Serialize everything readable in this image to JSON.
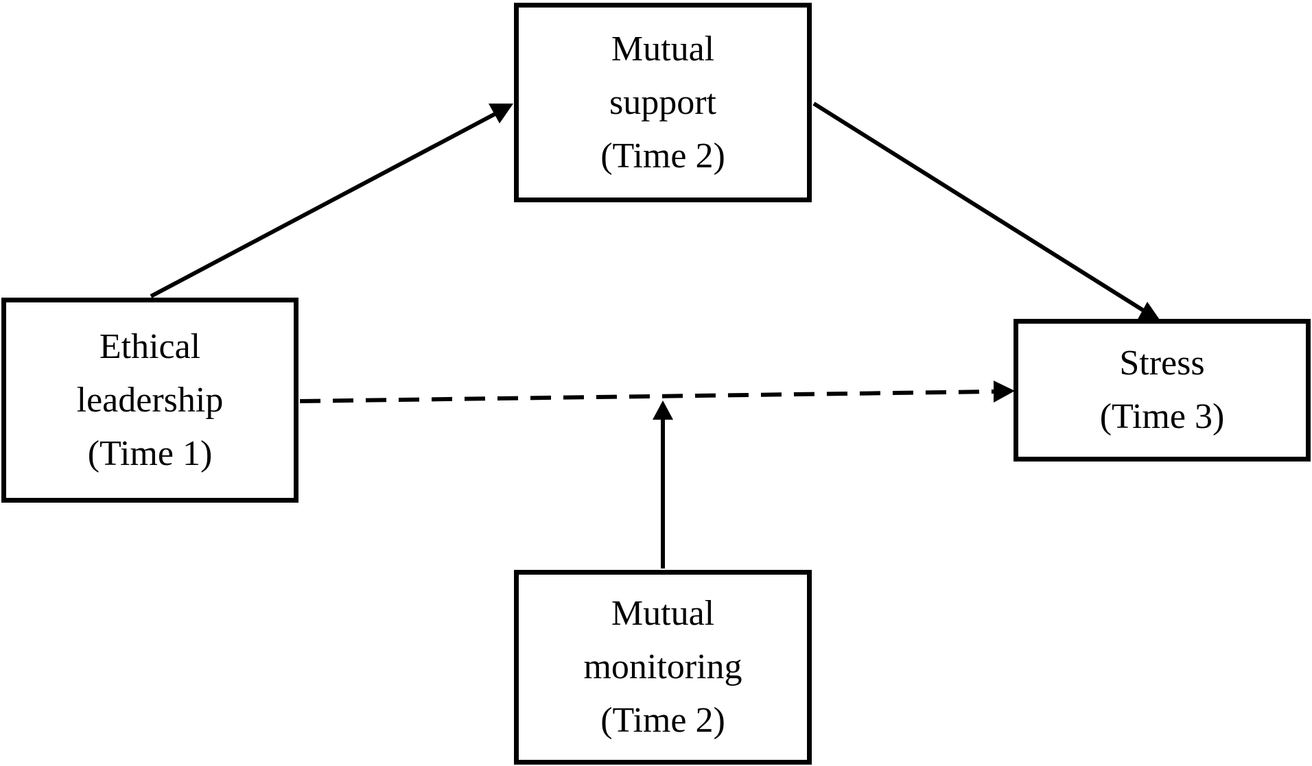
{
  "diagram": {
    "nodes": {
      "mutual_support": {
        "lines": [
          "Mutual",
          "support",
          "(Time 2)"
        ]
      },
      "ethical_leadership": {
        "lines": [
          "Ethical",
          "leadership",
          "(Time 1)"
        ]
      },
      "stress": {
        "lines": [
          "Stress",
          "(Time 3)"
        ]
      },
      "mutual_monitoring": {
        "lines": [
          "Mutual",
          "monitoring",
          "(Time 2)"
        ]
      }
    },
    "edges": [
      {
        "from": "ethical_leadership",
        "to": "mutual_support",
        "style": "solid"
      },
      {
        "from": "mutual_support",
        "to": "stress",
        "style": "solid"
      },
      {
        "from": "ethical_leadership",
        "to": "stress",
        "style": "dashed"
      },
      {
        "from": "mutual_monitoring",
        "to": "ethical_leadership -> stress path",
        "style": "solid",
        "kind": "moderation"
      }
    ],
    "colors": {
      "stroke": "#000000",
      "background": "#ffffff"
    }
  }
}
